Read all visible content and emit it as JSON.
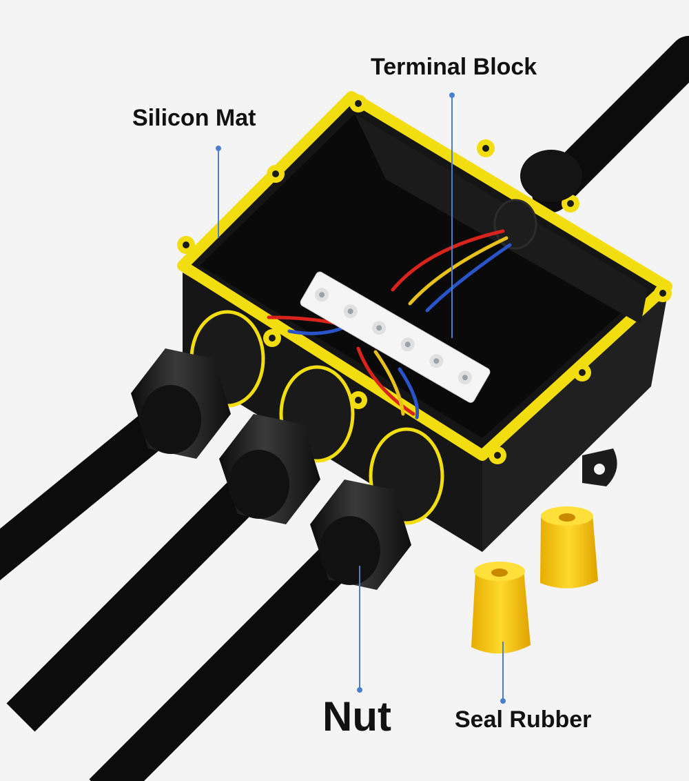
{
  "labels": {
    "silicon_mat": "Silicon Mat",
    "terminal_block": "Terminal Block",
    "nut": "Nut",
    "seal_rubber": "Seal Rubber"
  },
  "colors": {
    "background": "#f4f4f4",
    "enclosure": "#151515",
    "silicon_mat": "#f2dd10",
    "seal_rubber": "#f7c90c",
    "leader_line": "#4a7fd0",
    "wire_red": "#d8241c",
    "wire_yellow": "#e8c21a",
    "wire_blue": "#2a55c8",
    "terminal_block": "#f5f5f5"
  },
  "icons": {
    "enclosure": "junction-box",
    "gland": "cable-gland-nut",
    "seal": "seal-rubber-plug"
  }
}
